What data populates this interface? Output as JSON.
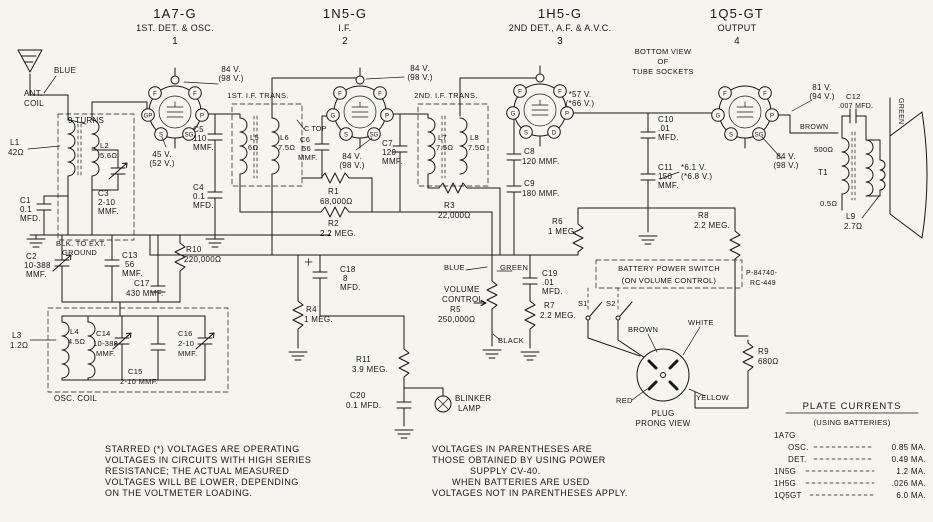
{
  "tubes": [
    {
      "name": "1A7-G",
      "function": "1ST. DET. & OSC.",
      "number": "1",
      "pins": [
        "F",
        "F",
        "P",
        "SG",
        "S",
        "GP"
      ]
    },
    {
      "name": "1N5-G",
      "function": "I.F.",
      "number": "2",
      "pins": [
        "F",
        "F",
        "P",
        "SG",
        "S",
        "G"
      ]
    },
    {
      "name": "1H5-G",
      "function": "2ND DET., A.F. & A.V.C.",
      "number": "3",
      "pins": [
        "F",
        "F",
        "P",
        "D",
        "S",
        "G"
      ]
    },
    {
      "name": "1Q5-GT",
      "function": "OUTPUT",
      "number": "4",
      "pins": [
        "F",
        "F",
        "P",
        "SG",
        "S",
        "G"
      ]
    }
  ],
  "socket_note": {
    "l1": "BOTTOM VIEW",
    "l2": "OF",
    "l3": "TUBE SOCKETS"
  },
  "voltages": {
    "t1_cap": {
      "v": "84 V.",
      "p": "(98 V.)"
    },
    "t1_sg": {
      "v": "45 V.",
      "p": "(52 V.)"
    },
    "t2_cap": {
      "v": "84 V.",
      "p": "(98 V.)"
    },
    "t2_sg": {
      "v": "84 V.",
      "p": "(98 V.)"
    },
    "t3_plate": {
      "v": "*57 V.",
      "p": "(*66 V.)"
    },
    "t4_plate": {
      "v": "81 V.",
      "p": "(94 V.)"
    },
    "t4_sg": {
      "v": "84 V.",
      "p": "(98 V.)"
    },
    "bias": {
      "v": "*6.1 V.",
      "p": "(*6.8 V.)"
    }
  },
  "parts": {
    "l1": {
      "a": "L1",
      "b": "42Ω"
    },
    "l2": {
      "a": "L2",
      "b": "5.6Ω"
    },
    "l3": {
      "a": "L3",
      "b": "1.2Ω"
    },
    "l4": {
      "a": "L4",
      "b": "4.5Ω"
    },
    "l5": {
      "a": "L5",
      "b": "6Ω"
    },
    "l6": {
      "a": "L6",
      "b": "7.5Ω"
    },
    "l7": {
      "a": "L7",
      "b": "7.5Ω"
    },
    "l8": {
      "a": "L8",
      "b": "7.5Ω"
    },
    "l9": {
      "a": "L9",
      "b": "2.7Ω"
    },
    "c1": {
      "a": "C1",
      "b": "0.1",
      "c": "MFD."
    },
    "c2": {
      "a": "C2",
      "b": "10-388",
      "c": "MMF."
    },
    "c3": {
      "a": "C3",
      "b": "2-10",
      "c": "MMF."
    },
    "c4": {
      "a": "C4",
      "b": "0.1",
      "c": "MFD."
    },
    "c5": {
      "a": "C5",
      "b": "110",
      "c": "MMF."
    },
    "c6": {
      "a": "C6",
      "b": "56",
      "c": "MMF."
    },
    "c7": {
      "a": "C7",
      "b": "120",
      "c": "MMF."
    },
    "c8": {
      "a": "C8",
      "b": "120 MMF."
    },
    "c9": {
      "a": "C9",
      "b": "180 MMF."
    },
    "c10": {
      "a": "C10",
      "b": ".01",
      "c": "MFD."
    },
    "c11": {
      "a": "C11",
      "b": "150",
      "c": "MMF."
    },
    "c12": {
      "a": "C12",
      "b": ".007 MFD."
    },
    "c13": {
      "a": "C13",
      "b": "56",
      "c": "MMF."
    },
    "c14": {
      "a": "C14",
      "b": "10-388",
      "c": "MMF."
    },
    "c15": {
      "a": "C15",
      "b": "2-10 MMF."
    },
    "c16": {
      "a": "C16",
      "b": "2-10",
      "c": "MMF."
    },
    "c17": {
      "a": "C17",
      "b": "430 MMF."
    },
    "c18": {
      "a": "C18",
      "b": "8",
      "c": "MFD."
    },
    "c19": {
      "a": "C19",
      "b": ".01",
      "c": "MFD."
    },
    "c20": {
      "a": "C20",
      "b": "0.1 MFD."
    },
    "r1": {
      "a": "R1",
      "b": "68,000Ω"
    },
    "r2": {
      "a": "R2",
      "b": "2.2 MEG."
    },
    "r3": {
      "a": "R3",
      "b": "22,000Ω"
    },
    "r4": {
      "a": "R4",
      "b": "1 MEG."
    },
    "r5": {
      "a": "VOLUME",
      "b": "CONTROL",
      "c": "R5",
      "d": "250,000Ω"
    },
    "r6": {
      "a": "R6",
      "b": "1 MEG."
    },
    "r7": {
      "a": "R7",
      "b": "2.2 MEG."
    },
    "r8": {
      "a": "R8",
      "b": "2.2 MEG."
    },
    "r9": {
      "a": "R9",
      "b": "680Ω"
    },
    "r10": {
      "a": "R10",
      "b": "220,000Ω"
    },
    "r11": {
      "a": "R11",
      "b": "3.9 MEG."
    },
    "t1": {
      "a": "T1",
      "pri": "500Ω",
      "sec": "0.5Ω"
    }
  },
  "labels": {
    "blue_ant": "BLUE",
    "ant_a": "ANT.",
    "ant_b": "COIL",
    "turns": "9 TURNS",
    "blk_a": "BLK. TO EXT.",
    "blk_b": "GROUND",
    "osc_coil": "OSC. COIL",
    "if1": "1ST. I.F. TRANS.",
    "if2": "2ND. I.F. TRANS.",
    "c_top": "C TOP",
    "blue": "BLUE",
    "green": "GREEN",
    "black": "BLACK",
    "bsw_a": "BATTERY POWER SWITCH",
    "bsw_b": "(ON VOLUME CONTROL)",
    "s1": "S1",
    "s2": "S2",
    "plug_a": "PLUG",
    "plug_b": "PRONG VIEW",
    "brown": "BROWN",
    "white": "WHITE",
    "red": "RED",
    "yellow": "YELLOW",
    "brown2": "BROWN",
    "green2": "GREEN",
    "part_a": "P-84740-",
    "part_b": "RC-449",
    "lamp_a": "BLINKER",
    "lamp_b": "LAMP"
  },
  "plate_currents": {
    "title": "PLATE CURRENTS",
    "subtitle": "(USING BATTERIES)",
    "group": "1A7G",
    "rows": [
      {
        "label": "OSC.",
        "value": "0.85 MA."
      },
      {
        "label": "DET.",
        "value": "0.49 MA."
      },
      {
        "label": "1N5G",
        "value": "1.2 MA."
      },
      {
        "label": "1H5G",
        "value": ".026 MA."
      },
      {
        "label": "1Q5GT",
        "value": "6.0 MA."
      }
    ]
  },
  "notes": {
    "left": [
      "STARRED (*) VOLTAGES ARE OPERATING",
      "VOLTAGES IN CIRCUITS WITH HIGH SERIES",
      "RESISTANCE; THE ACTUAL MEASURED",
      "VOLTAGES WILL BE LOWER, DEPENDING",
      "ON THE VOLTMETER LOADING."
    ],
    "right": [
      "VOLTAGES IN PARENTHESES ARE",
      "THOSE OBTAINED BY USING POWER",
      "SUPPLY CV-40.",
      "WHEN BATTERIES ARE USED",
      "VOLTAGES NOT IN PARENTHESES APPLY."
    ]
  },
  "ink": "#161616",
  "paper": "#f5f4ef"
}
